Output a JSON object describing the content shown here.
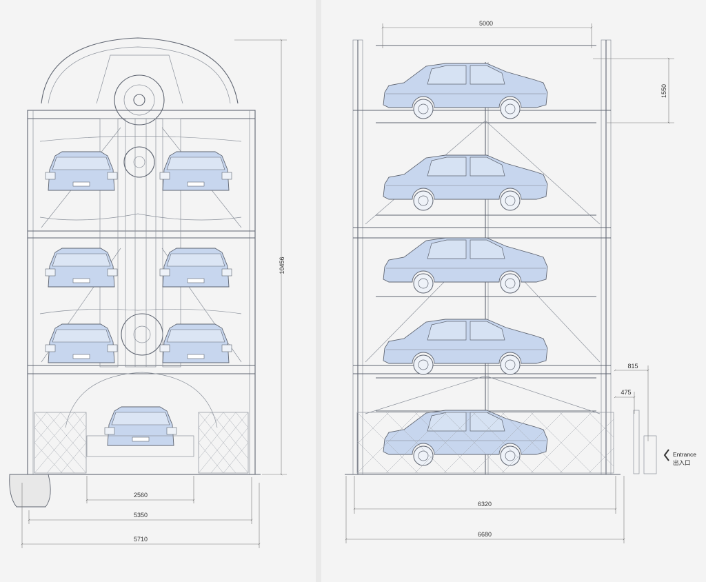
{
  "front_view": {
    "dimensions": {
      "total_height": "10456",
      "inner_width": "2560",
      "frame_width": "5350",
      "overall_width": "5710"
    }
  },
  "side_view": {
    "dimensions": {
      "top_span": "5000",
      "level_height": "1550",
      "offset_large": "815",
      "offset_small": "475",
      "frame_length": "6320",
      "overall_length": "6680"
    },
    "entrance_label_en": "Entrance",
    "entrance_label_cn": "出入口",
    "entrance_icon": "chevron-left-icon"
  },
  "colors": {
    "car_fill": "#c7d6ee",
    "line": "#5e6470",
    "background": "#f4f4f4"
  }
}
